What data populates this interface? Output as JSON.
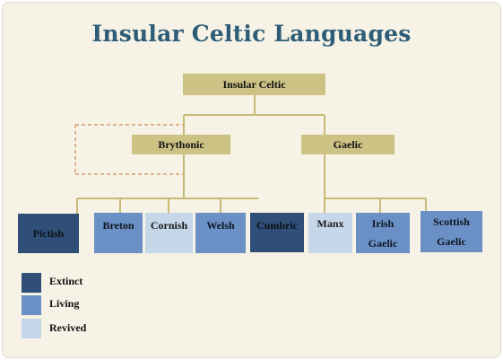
{
  "title": "Insular Celtic Languages",
  "nodes": {
    "root": "Insular Celtic",
    "brythonic": "Brythonic",
    "gaelic": "Gaelic",
    "pictish": "Pictish",
    "breton": "Breton",
    "cornish": "Cornish",
    "welsh": "Welsh",
    "cumbric": "Cumbric",
    "manx": "Manx",
    "irish": {
      "line1": "Irish",
      "line2": "Gaelic"
    },
    "scottish": {
      "line1": "Scottish",
      "line2": "Gaelic"
    }
  },
  "legend": {
    "extinct": "Extinct",
    "living": "Living",
    "revived": "Revived"
  },
  "colors": {
    "branch": "#cbc283",
    "connector": "#c9b977",
    "extinct": "#2f4f78",
    "living": "#6b90c6",
    "revived": "#c7d7ea",
    "title": "#2e5e77"
  }
}
